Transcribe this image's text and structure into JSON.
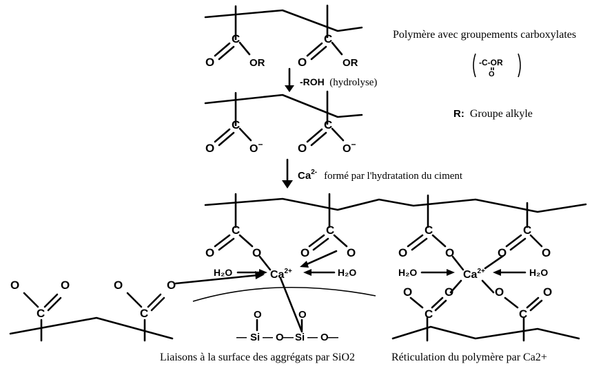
{
  "legend": {
    "title": "Polymère avec groupements carboxylates",
    "group_formula": "-C-OR",
    "group_o": "O",
    "r_key": "R:",
    "r_value": "Groupe alkyle"
  },
  "atoms": {
    "c": "C",
    "o": "O",
    "or": "OR",
    "o_minus": "O",
    "minus": "−",
    "si": "Si",
    "ca": "Ca",
    "ca_charge": "2+",
    "h2o": "H₂O"
  },
  "reactions": {
    "step1_reagent": "-ROH",
    "step1_note": "(hydrolyse)",
    "step2_ion": "Ca",
    "step2_charge": "2-",
    "step2_note": "formé par l'hydratation du ciment"
  },
  "captions": {
    "left": "Liaisons à la surface des aggrégats par SiO2",
    "right": "Réticulation du polymère par Ca2+"
  },
  "chain_dash": "—",
  "chain_o": "O"
}
